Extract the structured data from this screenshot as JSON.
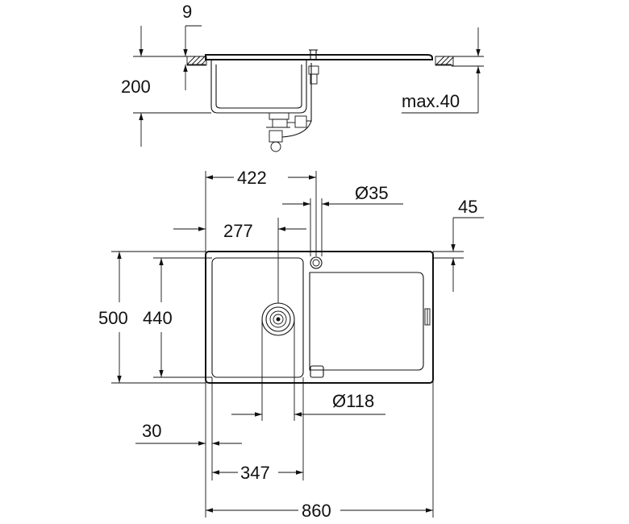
{
  "drawing": {
    "labels": {
      "d9": "9",
      "d200": "200",
      "dmax40": "max.40",
      "d422": "422",
      "d35": "Ø35",
      "d45": "45",
      "d277": "277",
      "d500": "500",
      "d440": "440",
      "d118": "Ø118",
      "d30": "30",
      "d347": "347",
      "d860": "860"
    }
  }
}
